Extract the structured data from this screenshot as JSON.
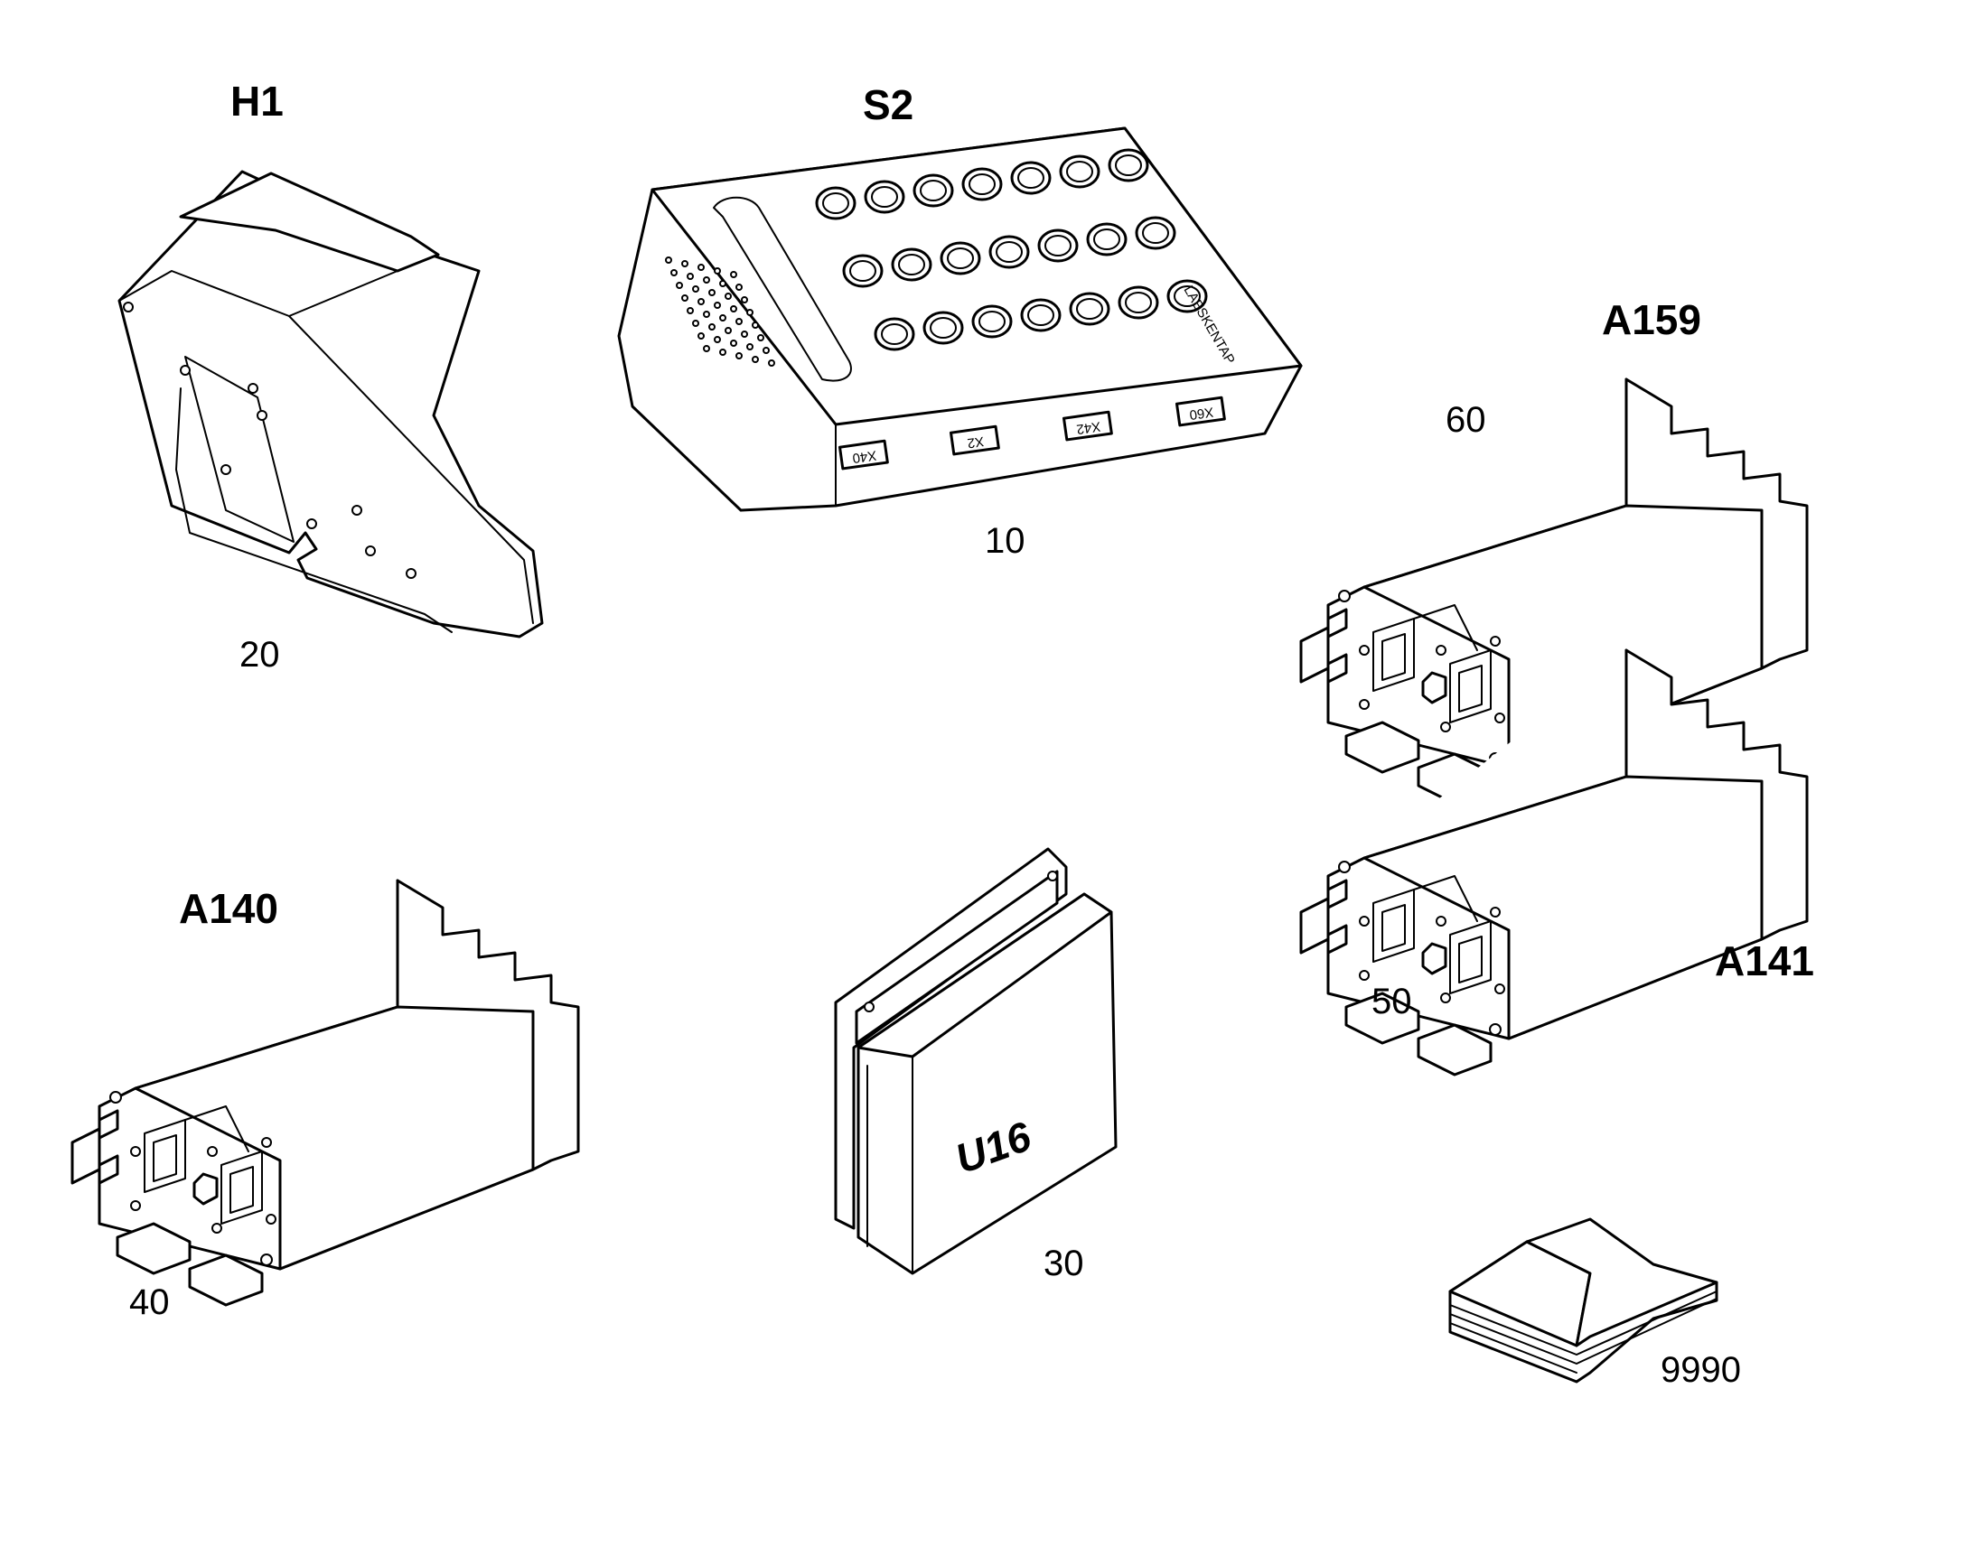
{
  "labels": {
    "h1": "H1",
    "s2": "S2",
    "a159": "A159",
    "a140": "A140",
    "a141": "A141",
    "n20": "20",
    "n10": "10",
    "n60": "60",
    "n50": "50",
    "n40": "40",
    "n30": "30",
    "n9990": "9990"
  },
  "keypad": {
    "brand": "LAESKENTAP",
    "connector_tags": [
      "X40",
      "X2",
      "X42",
      "X60"
    ]
  },
  "module": {
    "label": "U16"
  },
  "icons": [
    "display-terminal-icon",
    "keypad-panel-icon",
    "relay-module-icon",
    "control-module-icon",
    "manual-book-icon"
  ]
}
